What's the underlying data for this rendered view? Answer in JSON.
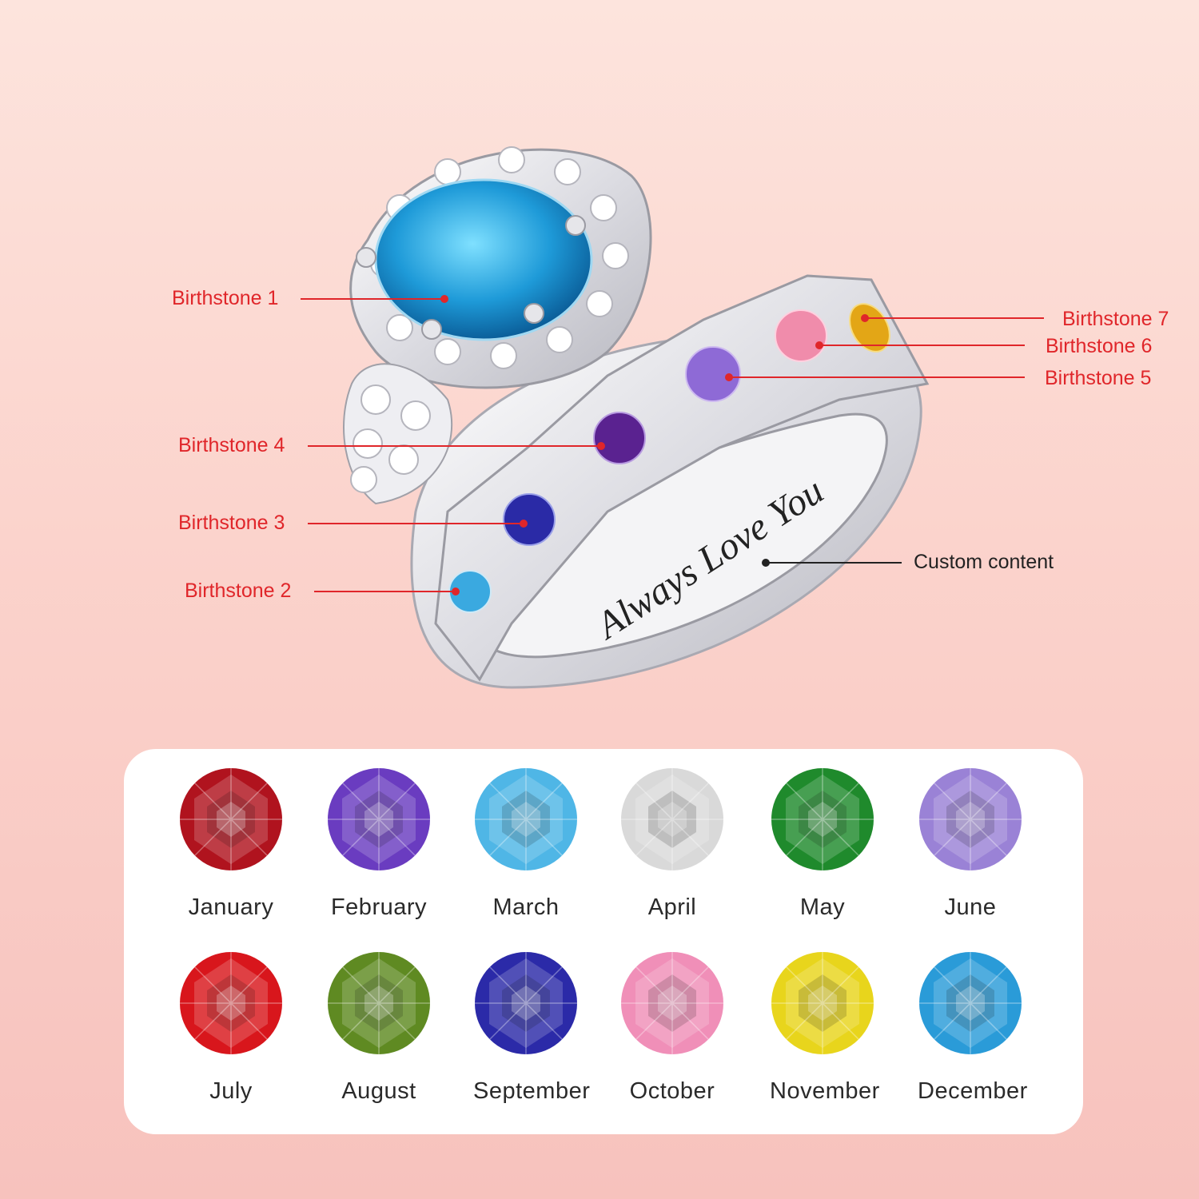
{
  "callouts": {
    "birthstone_1": "Birthstone 1",
    "birthstone_2": "Birthstone 2",
    "birthstone_3": "Birthstone 3",
    "birthstone_4": "Birthstone 4",
    "birthstone_5": "Birthstone 5",
    "birthstone_6": "Birthstone 6",
    "birthstone_7": "Birthstone 7",
    "custom_content": "Custom content"
  },
  "engraving": "Always Love You",
  "months": [
    {
      "name": "January",
      "color": "#b0131e"
    },
    {
      "name": "February",
      "color": "#6a3cc0"
    },
    {
      "name": "March",
      "color": "#4fb6e6"
    },
    {
      "name": "April",
      "color": "#d9d9d9"
    },
    {
      "name": "May",
      "color": "#1f8a2c"
    },
    {
      "name": "June",
      "color": "#9a82d6"
    },
    {
      "name": "July",
      "color": "#d8161c"
    },
    {
      "name": "August",
      "color": "#5f8a22"
    },
    {
      "name": "September",
      "color": "#2b2aa8"
    },
    {
      "name": "October",
      "color": "#f08fb8"
    },
    {
      "name": "November",
      "color": "#e8d51c"
    },
    {
      "name": "December",
      "color": "#2a9bd8"
    }
  ],
  "colors": {
    "accent_red": "#e0262a",
    "metal": "#e8e8ec"
  }
}
